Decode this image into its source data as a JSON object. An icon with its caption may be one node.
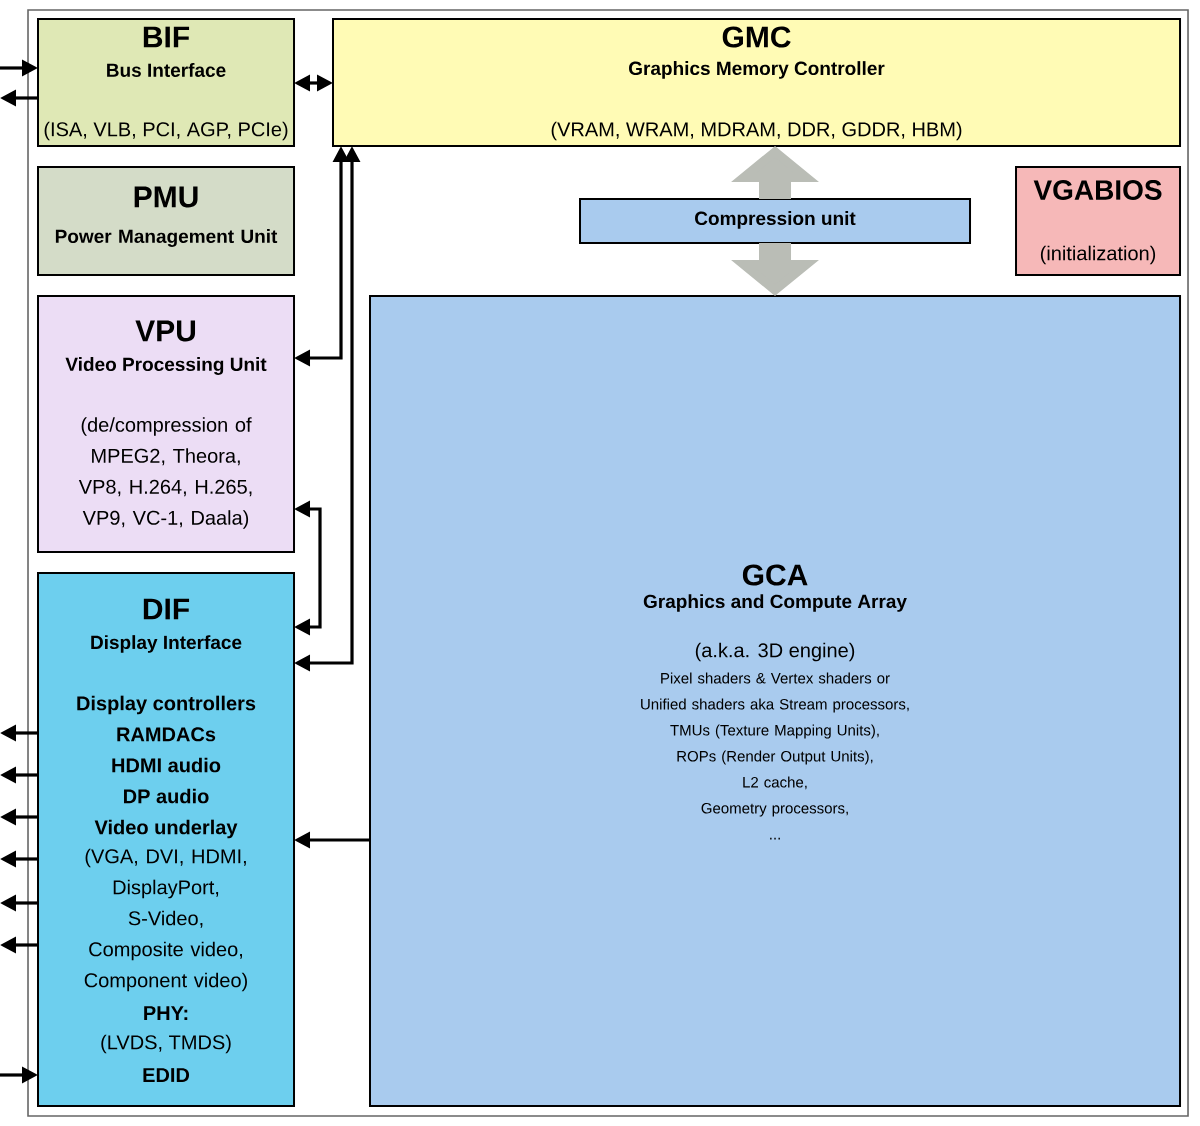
{
  "diagram": {
    "nodes": [
      {
        "text": [
          "BIF",
          "Bus Interface",
          "(ISA, VLB, PCI, AGP, PCIe)"
        ]
      },
      {
        "text": [
          "GMC",
          "Graphics Memory Controller",
          "(VRAM, WRAM, MDRAM, DDR, GDDR, HBM)"
        ]
      },
      {
        "text": [
          "PMU",
          "Power Management Unit"
        ]
      },
      {
        "text": [
          "Compression unit"
        ]
      },
      {
        "text": [
          "VGABIOS",
          "(initialization)"
        ]
      },
      {
        "text": [
          "VPU",
          "Video Processing Unit",
          "(de/compression of MPEG2, Theora, VP8, H.264, H.265, VP9, VC-1, Daala)"
        ]
      },
      {
        "text": [
          "GCA",
          "Graphics and Compute Array",
          "(a.k.a. 3D engine)",
          "Pixel shaders & Vertex shaders or Unified shaders aka Stream processors,",
          "TMUs (Texture Mapping Units),",
          "ROPs (Render Output Units),",
          "L2 cache,",
          "Geometry processors,",
          "..."
        ]
      },
      {
        "text": [
          "DIF",
          "Display Interface",
          "Display controllers",
          "RAMDACs",
          "HDMI audio",
          "DP audio",
          "Video underlay",
          "(VGA, DVI, HDMI, DisplayPort, S-Video, Composite video, Component video)",
          "PHY:",
          "(LVDS, TMDS)",
          "EDID"
        ]
      }
    ],
    "edges": [
      {
        "from": null,
        "to": 0,
        "arrow": "to"
      },
      {
        "from": 0,
        "to": null,
        "arrow": "to"
      },
      {
        "from": 0,
        "to": 1,
        "arrow": "both"
      },
      {
        "from": 3,
        "to": 1,
        "arrow": "to",
        "style": "thick",
        "color": "#babdb6"
      },
      {
        "from": 3,
        "to": 6,
        "arrow": "to",
        "style": "thick",
        "color": "#babdb6"
      },
      {
        "from": 1,
        "to": 5,
        "arrow": "both"
      },
      {
        "from": 1,
        "to": 7,
        "arrow": "both"
      },
      {
        "from": 5,
        "to": 7,
        "arrow": "both"
      },
      {
        "from": 6,
        "to": 7,
        "arrow": "to"
      },
      {
        "from": 7,
        "to": null,
        "arrow": "to"
      },
      {
        "from": 7,
        "to": null,
        "arrow": "to"
      },
      {
        "from": 7,
        "to": null,
        "arrow": "to"
      },
      {
        "from": 7,
        "to": null,
        "arrow": "to"
      },
      {
        "from": 7,
        "to": null,
        "arrow": "to"
      },
      {
        "from": 7,
        "to": null,
        "arrow": "to"
      },
      {
        "from": null,
        "to": 7,
        "arrow": "to"
      }
    ]
  }
}
